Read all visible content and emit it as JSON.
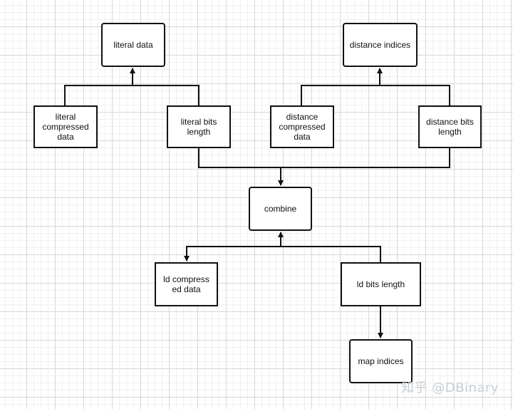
{
  "nodes": {
    "literal_data": "literal data",
    "distance_indices": "distance indices",
    "literal_compressed_data": "literal\ncompressed\ndata",
    "literal_bits_length": "literal bits\nlength",
    "distance_compressed_data": "distance\ncompressed\ndata",
    "distance_bits_length": "distance bits\nlength",
    "combine": "combine",
    "ld_compressed_data": "ld compress\ned data",
    "ld_bits_length": "ld bits length",
    "map_indices": "map indices"
  },
  "watermark": "知乎 @DBinary"
}
